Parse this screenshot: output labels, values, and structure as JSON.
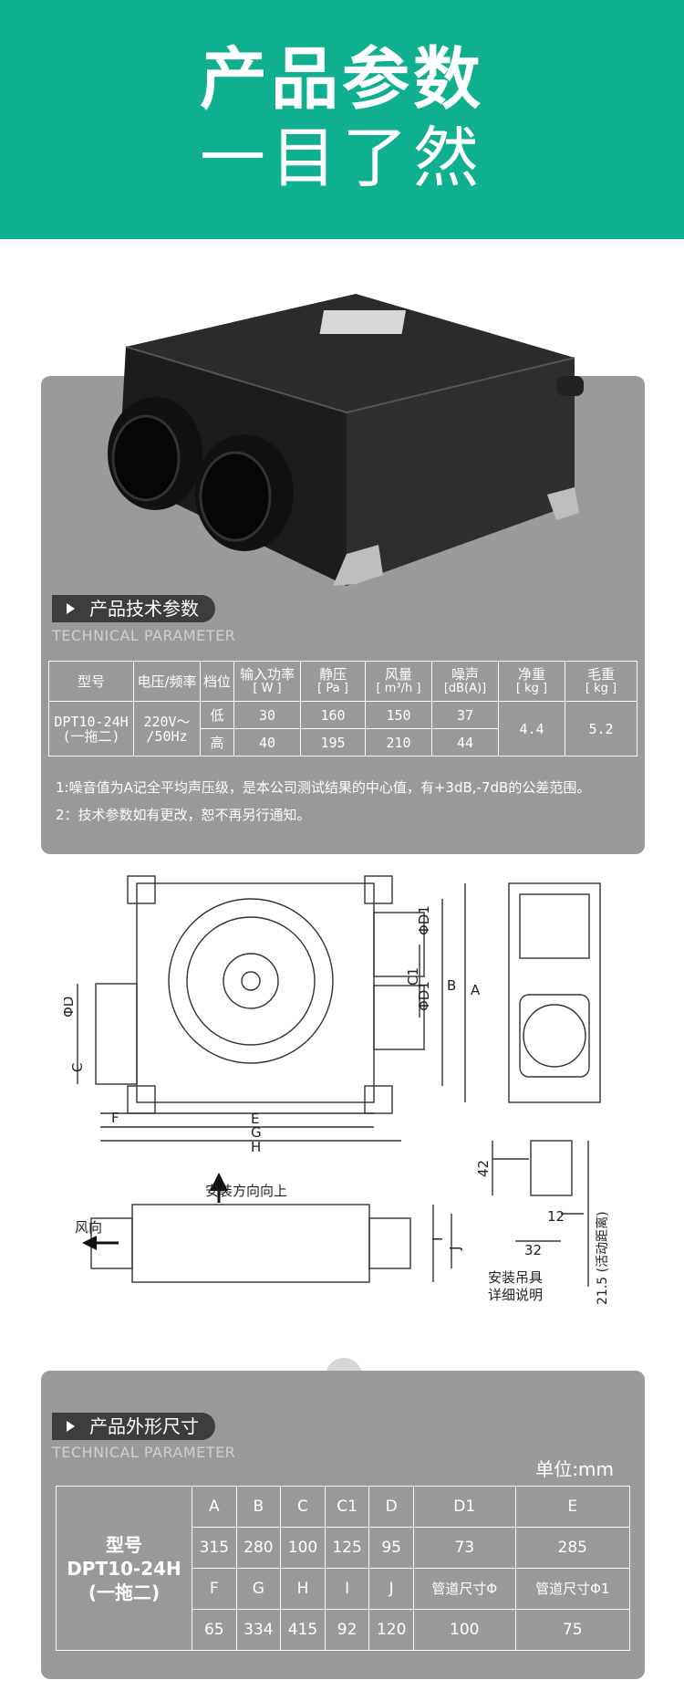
{
  "hero": {
    "line1": "产品参数",
    "line2": "一目了然"
  },
  "section1": {
    "title": "产品技术参数",
    "subtitle": "TECHNICAL PARAMETER",
    "headers": {
      "model": "型号",
      "voltage": "电压/频率",
      "gear": "档位",
      "power": "输入功率",
      "power_unit": "[ W ]",
      "pressure": "静压",
      "pressure_unit": "[ Pa ]",
      "airflow": "风量",
      "airflow_unit": "[ m³/h ]",
      "noise": "噪声",
      "noise_unit": "[dB(A)]",
      "net": "净重",
      "net_unit": "[ kg ]",
      "gross": "毛重",
      "gross_unit": "[ kg ]"
    },
    "model": "DPT10-24H",
    "model_sub": "(一拖二)",
    "voltage": "220V～",
    "freq": "/50Hz",
    "rows": [
      {
        "gear": "低",
        "power": "30",
        "pressure": "160",
        "airflow": "150",
        "noise": "37"
      },
      {
        "gear": "高",
        "power": "40",
        "pressure": "195",
        "airflow": "210",
        "noise": "44"
      }
    ],
    "net_weight": "4.4",
    "gross_weight": "5.2",
    "notes": [
      "1:噪音值为A记全平均声压级，是本公司测试结果的中心值，有+3dB,-7dB的公差范围。",
      "2：技术参数如有更改，恕不再另行通知。"
    ]
  },
  "drawing": {
    "labels": {
      "phiD1_a": "ΦD1",
      "phiD1_b": "ΦD1",
      "C1": "C1",
      "B": "B",
      "A": "A",
      "phiD": "ΦD",
      "C": "C",
      "F": "F",
      "E": "E",
      "G": "G",
      "H": "H",
      "I": "I",
      "J": "J",
      "install_dir": "安装方向向上",
      "wind_dir": "风向",
      "d42": "42",
      "d12": "12",
      "d32": "32",
      "travel": "21.5 (活动距离)",
      "hanger_1": "安装吊具",
      "hanger_2": "详细说明"
    }
  },
  "section2": {
    "title": "产品外形尺寸",
    "subtitle": "TECHNICAL PARAMETER",
    "unit": "单位:mm",
    "model_l1": "型号",
    "model_l2": "DPT10-24H",
    "model_l3": "(一拖二)",
    "row1_h": [
      "A",
      "B",
      "C",
      "C1",
      "D",
      "D1",
      "E"
    ],
    "row1_v": [
      "315",
      "280",
      "100",
      "125",
      "95",
      "73",
      "285"
    ],
    "row2_h": [
      "F",
      "G",
      "H",
      "I",
      "J"
    ],
    "row2_pipe1": "管道尺寸Φ",
    "row2_pipe2": "管道尺寸Φ1",
    "row2_v": [
      "65",
      "334",
      "415",
      "92",
      "120",
      "100",
      "75"
    ]
  },
  "colors": {
    "brand_green": "#0fb08f",
    "panel_gray": "#9a9a9a",
    "pill_dark": "#3d3d3d"
  }
}
